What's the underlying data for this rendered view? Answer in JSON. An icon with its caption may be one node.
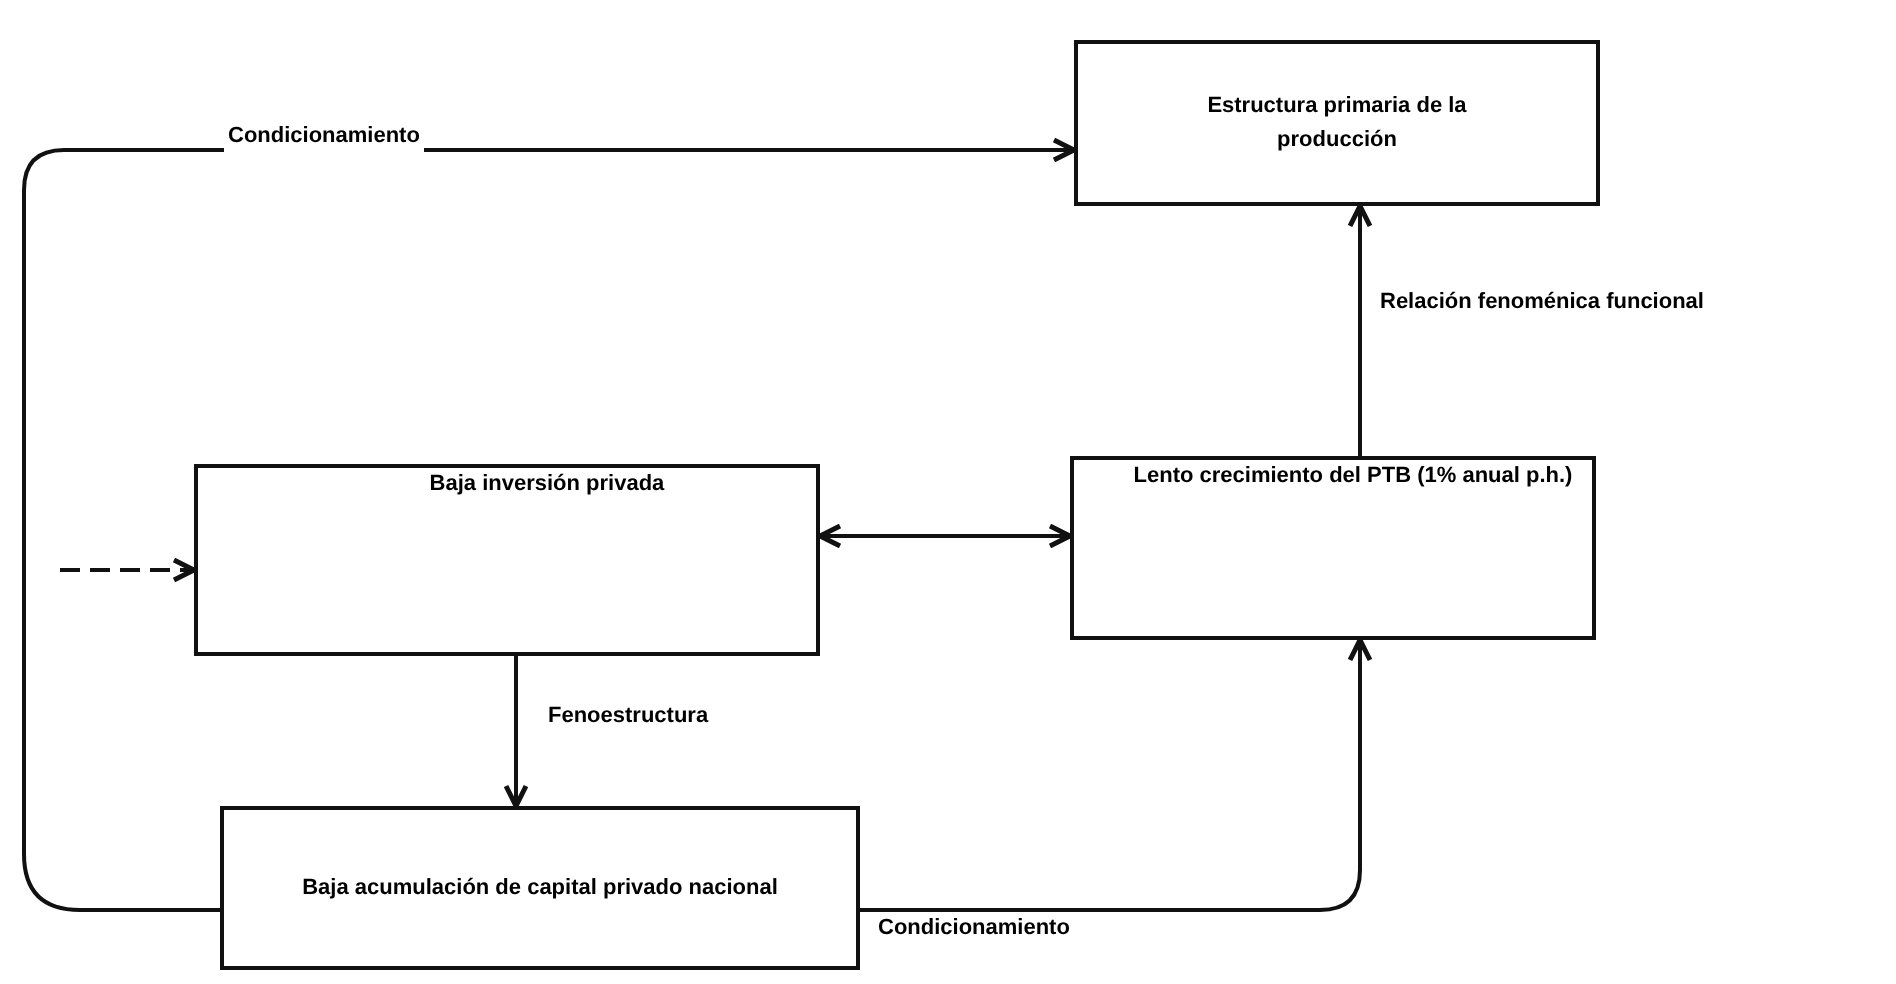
{
  "diagram": {
    "nodes": [
      {
        "text": [
          "Estructura primaria de la producción"
        ]
      },
      {
        "text": [
          "Baja inversión privada"
        ]
      },
      {
        "text": [
          "Lento crecimiento del PTB (1% anual p.h.)"
        ]
      },
      {
        "text": [
          "Baja acumulación de capital privado nacional"
        ]
      }
    ],
    "edges": [
      {
        "from": 3,
        "to": 0,
        "arrow": "to",
        "label": "Condicionamiento"
      },
      {
        "from": 2,
        "to": 0,
        "arrow": "to",
        "label": "Relación fenoménica funcional"
      },
      {
        "from": 1,
        "to": 2,
        "arrow": "both"
      },
      {
        "from": 1,
        "to": 3,
        "arrow": "to",
        "label": "Fenoestructura"
      },
      {
        "from": 3,
        "to": 2,
        "arrow": "to",
        "label": "Condicionamiento"
      },
      {
        "from": null,
        "to": 1,
        "arrow": "to",
        "style": "dashed"
      }
    ]
  }
}
